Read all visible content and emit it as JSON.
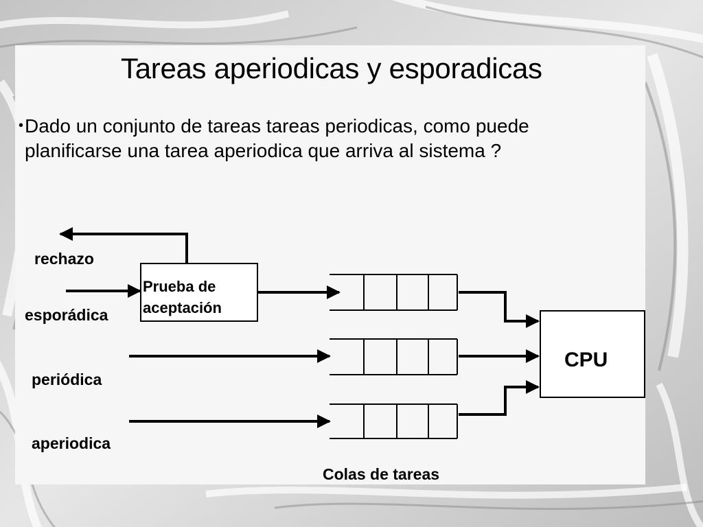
{
  "title": "Tareas aperiodicas y esporadicas",
  "bullet": {
    "line1": "Dado un conjunto de tareas tareas periodicas, como puede",
    "line2": "planificarse una tarea aperiodica que arriva al sistema ?"
  },
  "diagram": {
    "labels": {
      "rechazo": "rechazo",
      "esporadica": "esporádica",
      "periodica": "periódica",
      "aperiodica": "aperiodica",
      "queues": "Colas de tareas"
    },
    "acceptance_box": {
      "line1": "Prueba de",
      "line2": "aceptación"
    },
    "cpu": "CPU"
  }
}
